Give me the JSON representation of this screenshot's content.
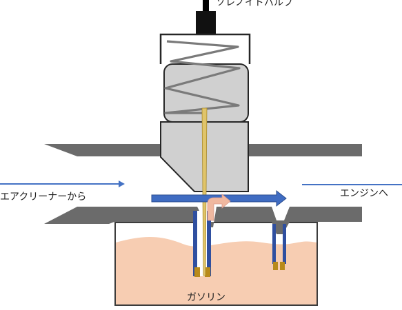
{
  "labels": {
    "top": "ソレノイドバルブ",
    "left": "エアクリーナーから",
    "right": "エンジンへ",
    "tank": "ガソリン"
  },
  "colors": {
    "pipe_wall": "#6b6b6b",
    "solenoid_body": "#d0d0d0",
    "outline": "#262626",
    "spring": "#7a7a7a",
    "airflow_blue": "#4472c4",
    "flow_arrow_fill": "#3f6cc2",
    "gasoline": "#f7cdb2",
    "jet_tube": "#2f4fa0",
    "needle": "#e0c46a",
    "fuel_arrow": "#f0b8a0",
    "jet_orifice": "#b88a1a"
  }
}
